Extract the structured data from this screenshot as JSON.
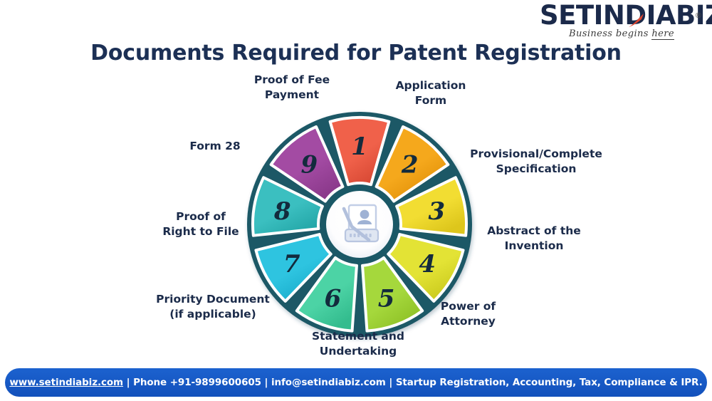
{
  "brand": {
    "logo_text": "SETINDIABIZ",
    "logo_registered": "®",
    "tagline_pre": "Business begins ",
    "tagline_underlined": "here",
    "swoosh_icon": "red-swoosh-accent"
  },
  "header": {
    "title": "Documents Required for Patent Registration"
  },
  "footer": {
    "website": "www.setindiabiz.com",
    "sep1": " | ",
    "phone": "Phone +91-9899600605",
    "sep2": " | ",
    "email": "info@setindiabiz.com",
    "sep3": " | ",
    "services": "Startup Registration, Accounting, Tax, Compliance & IPR.",
    "background_color": "#1757c4"
  },
  "center": {
    "icon": "patent-document-person-pen-icon",
    "circle_fill": "#ffffff",
    "icon_color": "#b9c6e0"
  },
  "chart_data": {
    "type": "pie",
    "variant": "donut-9-segment",
    "title": "Documents Required for Patent Registration",
    "center_icon": "patent-document-person-pen-icon",
    "spoke_color": "#1a5866",
    "segment_gap_color": "#ffffff",
    "number_color": "#132b3d",
    "categories": [
      "Application Form",
      "Provisional/Complete Specification",
      "Abstract of the Invention",
      "Power of Attorney",
      "Statement and Undertaking",
      "Priority Document (if applicable)",
      "Proof of Right to File",
      "Form 28",
      "Proof of Fee Payment"
    ],
    "values": [
      1,
      1,
      1,
      1,
      1,
      1,
      1,
      1,
      1
    ],
    "segments": [
      {
        "number": "1",
        "label": "Application\nForm",
        "color": "#f0614a",
        "color_dark": "#d94a35"
      },
      {
        "number": "2",
        "label": "Provisional/Complete\nSpecification",
        "color": "#f5a81c",
        "color_dark": "#e08f07"
      },
      {
        "number": "3",
        "label": "Abstract of the\nInvention",
        "color": "#f2dd32",
        "color_dark": "#ddc61c"
      },
      {
        "number": "4",
        "label": "Power of\nAttorney",
        "color": "#e3e335",
        "color_dark": "#cbcb1f"
      },
      {
        "number": "5",
        "label": "Statement and\nUndertaking",
        "color": "#a5d83c",
        "color_dark": "#8fc227"
      },
      {
        "number": "6",
        "label": "Priority Document\n(if applicable)",
        "color": "#4cd3a5",
        "color_dark": "#33bc8e"
      },
      {
        "number": "7",
        "label": "Proof of\nRight to File",
        "color": "#2ec4e0",
        "color_dark": "#19accb"
      },
      {
        "number": "8",
        "label": "Form 28",
        "color": "#3bbfc0",
        "color_dark": "#25a8a9"
      },
      {
        "number": "9",
        "label": "Proof of Fee\nPayment",
        "color": "#a34ba3",
        "color_dark": "#8c3a8c"
      }
    ],
    "legend_position": "around-chart",
    "grid": false
  }
}
